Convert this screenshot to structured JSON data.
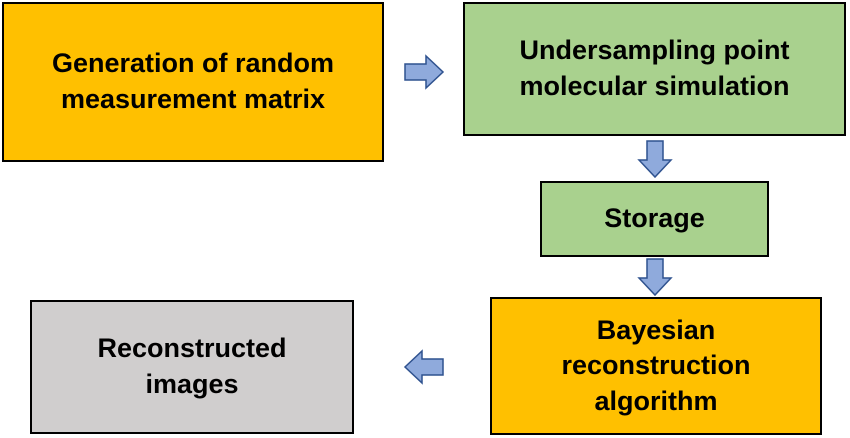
{
  "colors": {
    "orange_fill": "#FFC000",
    "green_fill": "#A9D18E",
    "gray_fill": "#D0CECE",
    "arrow_fill": "#8FAADC",
    "arrow_stroke": "#2F528F",
    "border": "#000000"
  },
  "boxes": {
    "generation": "Generation of random measurement matrix",
    "undersampling": "Undersampling point molecular simulation",
    "storage": "Storage",
    "bayesian": "Bayesian reconstruction algorithm",
    "reconstructed": "Reconstructed images"
  },
  "arrows": {
    "icon": "block-arrow-icon",
    "directions": [
      "right",
      "down",
      "down",
      "left"
    ]
  }
}
